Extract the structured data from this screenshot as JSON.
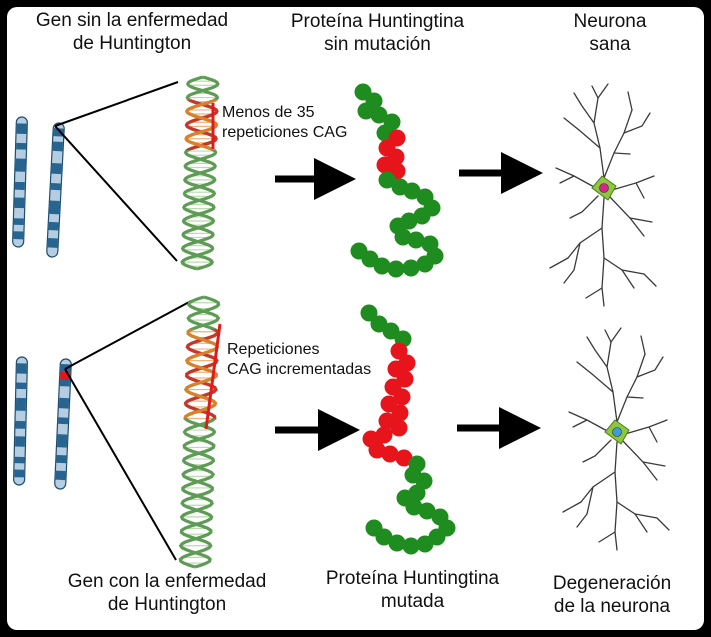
{
  "labels": {
    "top_gene": {
      "line1": "Gen sin la enfermedad",
      "line2": "de Huntington"
    },
    "top_protein": {
      "line1": "Proteína Huntingtina",
      "line2": "sin mutación"
    },
    "top_neuron": {
      "line1": "Neurona",
      "line2": "sana"
    },
    "repeats_normal": {
      "line1": "Menos de 35",
      "line2": "repeticiones CAG"
    },
    "repeats_expanded": {
      "line1": "Repeticiones",
      "line2": "CAG incrementadas"
    },
    "bottom_gene": {
      "line1": "Gen con la enfermedad",
      "line2": "de Huntington"
    },
    "bottom_protein": {
      "line1": "Proteína Huntingtina",
      "line2": "mutada"
    },
    "bottom_neuron": {
      "line1": "Degeneración",
      "line2": "de la neurona"
    }
  },
  "colors": {
    "background": "#ffffff",
    "frame": "#000000",
    "helix_green": "#5e9b54",
    "helix_light": "#b9dcae",
    "helix_orange": "#d9822b",
    "helix_red": "#c7352b",
    "bead_green": "#1f8c1f",
    "bead_red": "#e8141c",
    "marker_red": "#e11b1b",
    "chromosome_dark": "#27648f",
    "chromosome_light": "#b4cde0",
    "neuron_body": "#8dc63f",
    "nucleus_healthy": "#d8238c",
    "nucleus_degenerating": "#3d9bd6",
    "arrow": "#000000"
  },
  "icons": [
    "chromosome-pair-icon",
    "dna-helix-icon",
    "protein-chain-icon",
    "neuron-icon",
    "arrow-right-icon"
  ]
}
